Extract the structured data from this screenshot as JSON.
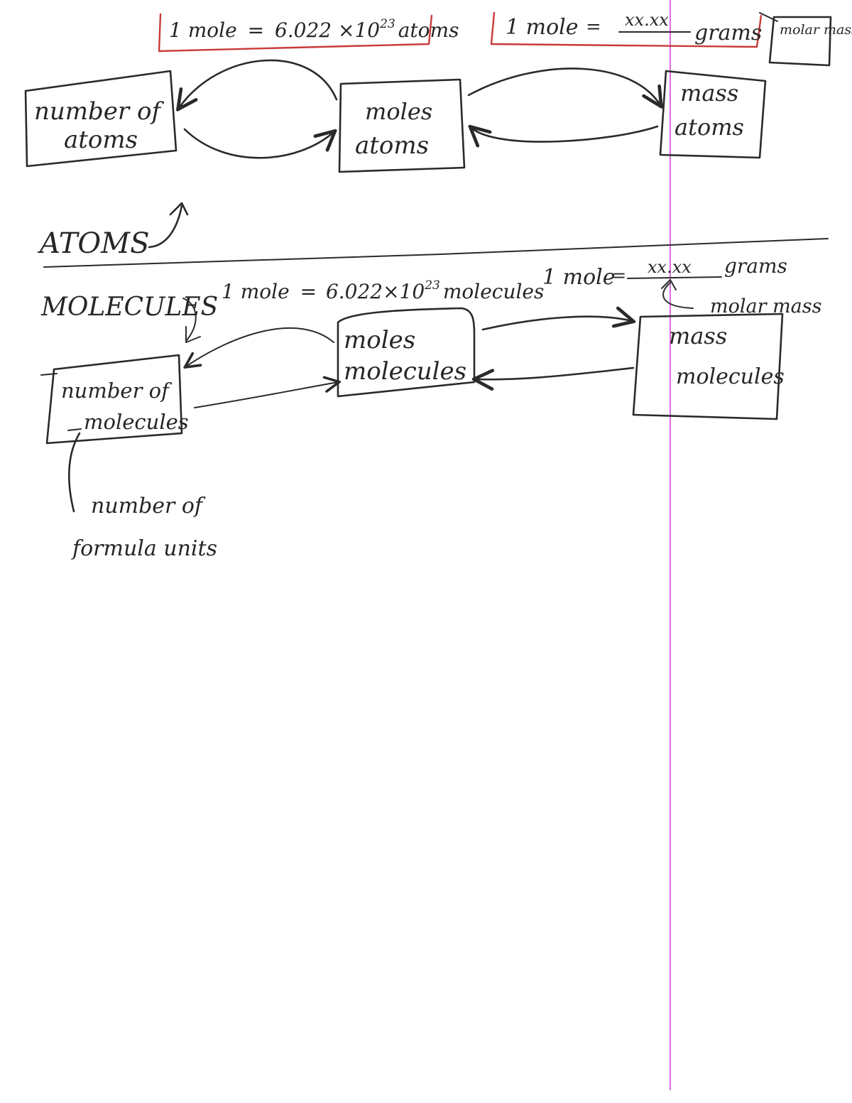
{
  "atoms_section": {
    "label": "ATOMS",
    "avogadro_atoms": {
      "lhs": "1 mole",
      "eq": "=",
      "value": "6.022 ×10",
      "exp": "23",
      "unit": "atoms"
    },
    "molar_mass_atoms": {
      "lhs": "1 mole",
      "eq": "=",
      "value": "xx.xx",
      "unit": "grams",
      "note": "molar mass"
    },
    "box_number": {
      "line1": "number of",
      "line2": "atoms"
    },
    "box_moles": {
      "line1": "moles",
      "line2": "atoms"
    },
    "box_mass": {
      "line1": "mass",
      "line2": "atoms"
    }
  },
  "molecules_section": {
    "label": "MOLECULES",
    "avogadro_molecules": {
      "lhs": "1 mole",
      "eq": "=",
      "value": "6.022×10",
      "exp": "23",
      "unit": "molecules"
    },
    "molar_mass_molecules": {
      "lhs": "1 mole",
      "eq": "=",
      "value": "xx.xx",
      "unit": "grams",
      "note": "molar mass"
    },
    "box_number": {
      "line1": "number of",
      "line2": "molecules"
    },
    "box_moles": {
      "line1": "moles",
      "line2": "molecules"
    },
    "box_mass": {
      "line1": "mass",
      "line2": "molecules"
    },
    "side_note": {
      "line1": "number of",
      "line2": "formula units"
    }
  },
  "colors": {
    "ink": "#2a2a2a",
    "highlight_box": "#c93a3a",
    "margin_line": "#d96fe0",
    "paper": "#ffffff"
  }
}
